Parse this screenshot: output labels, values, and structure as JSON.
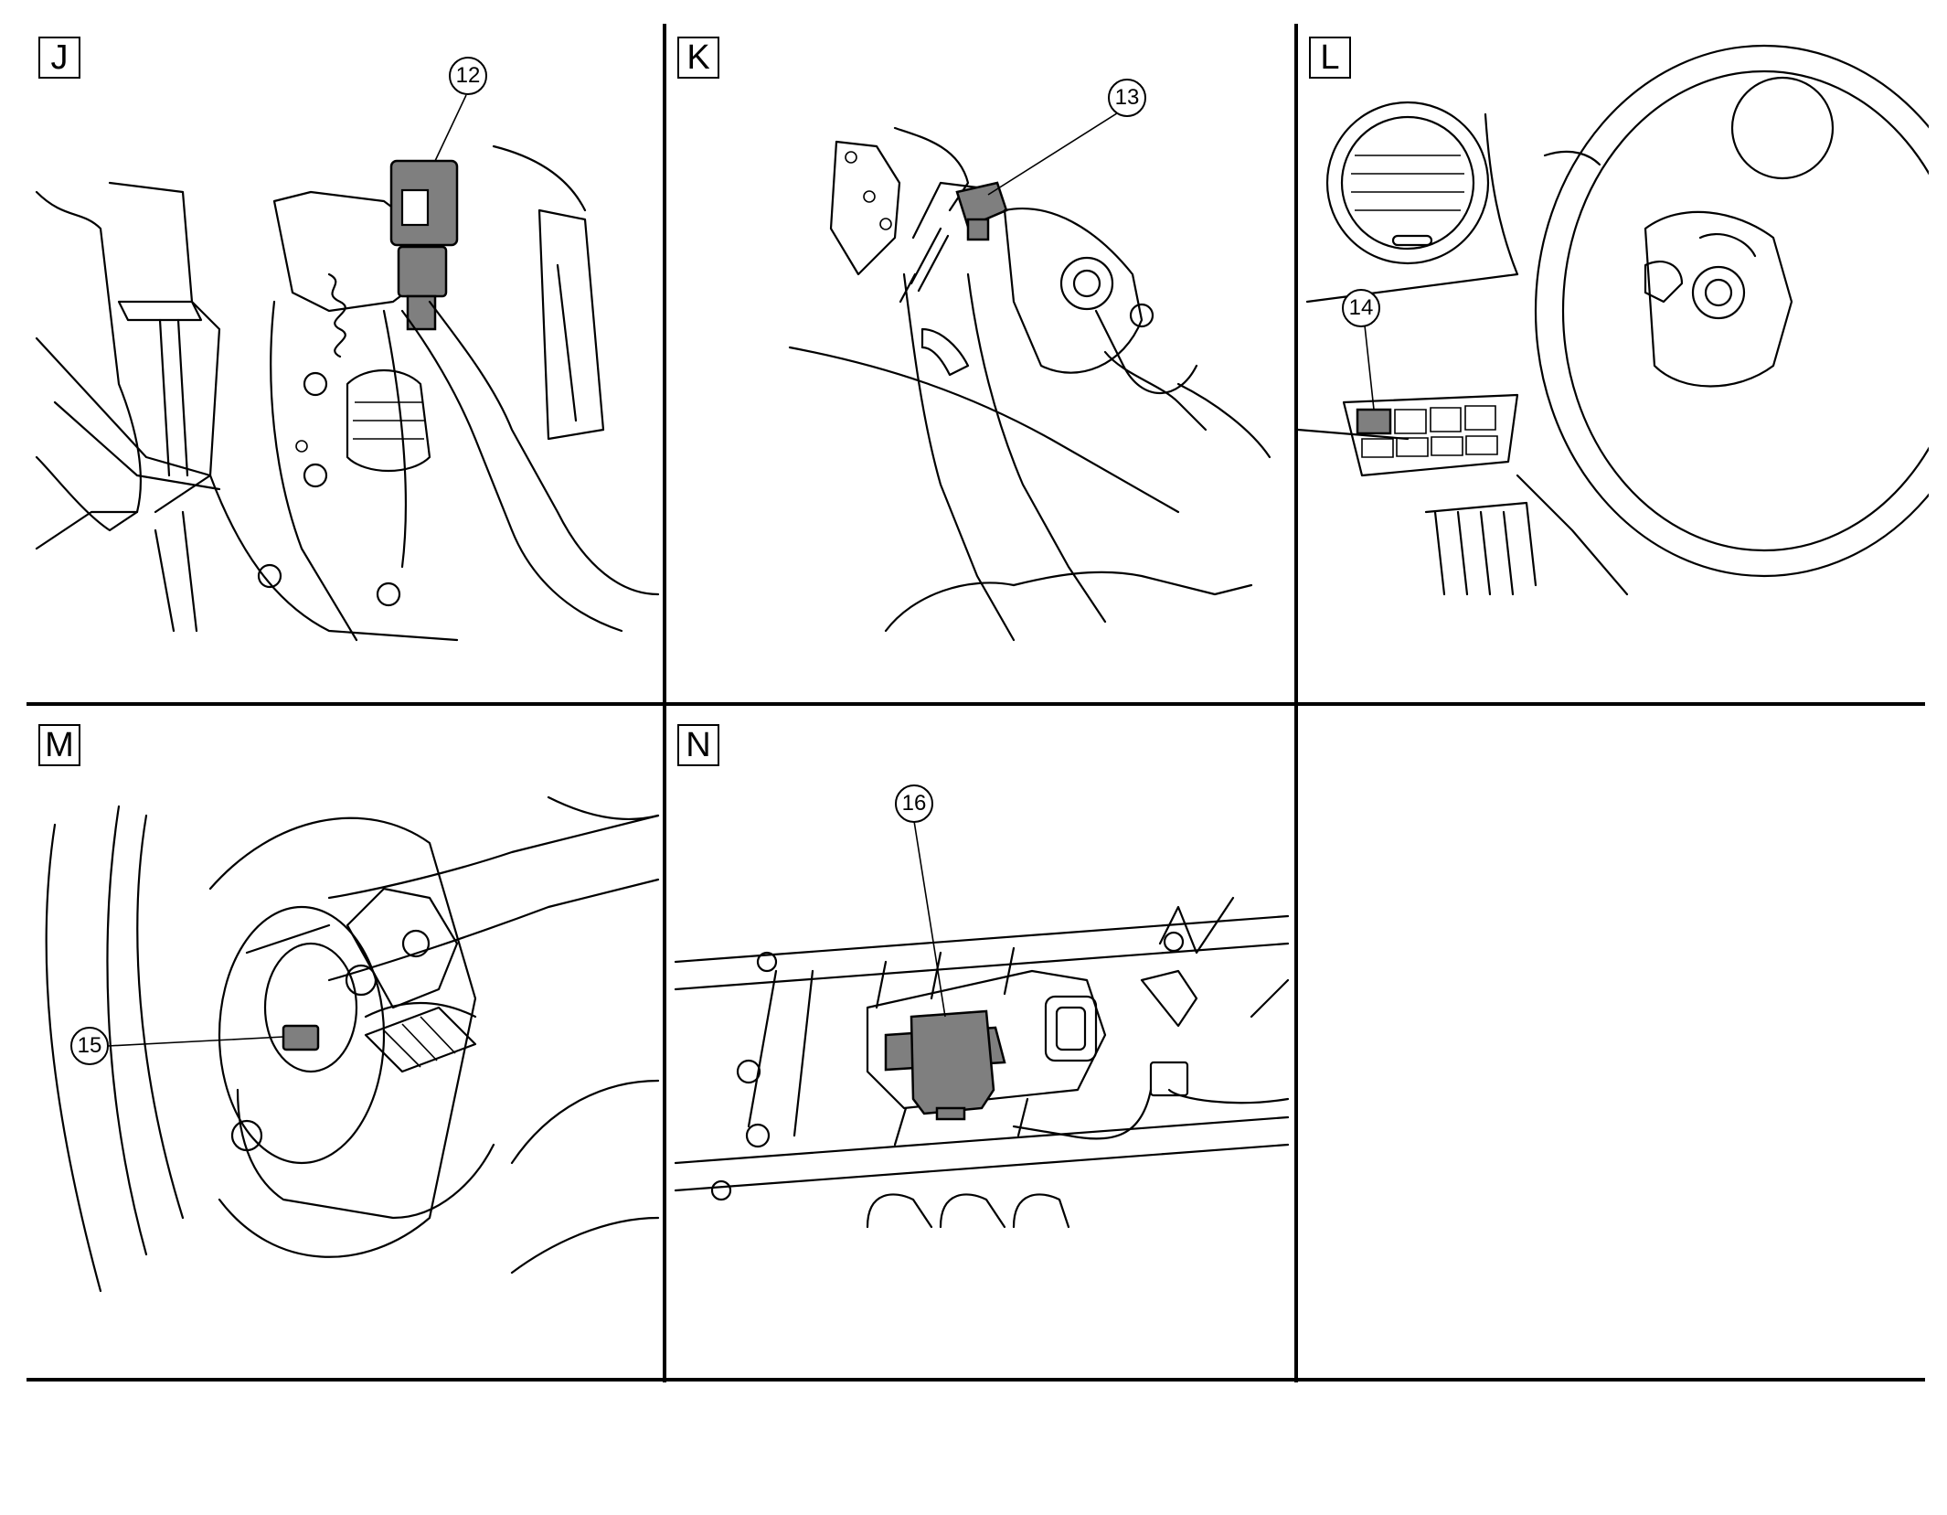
{
  "figure": {
    "panels": [
      {
        "id": "J",
        "label": "J",
        "callouts": [
          "12"
        ]
      },
      {
        "id": "K",
        "label": "K",
        "callouts": [
          "13"
        ]
      },
      {
        "id": "L",
        "label": "L",
        "callouts": [
          "14"
        ]
      },
      {
        "id": "M",
        "label": "M",
        "callouts": [
          "15"
        ]
      },
      {
        "id": "N",
        "label": "N",
        "callouts": [
          "16"
        ]
      }
    ],
    "colors": {
      "line": "#000000",
      "highlight_part": "#7f7f7f",
      "background": "#ffffff"
    }
  }
}
